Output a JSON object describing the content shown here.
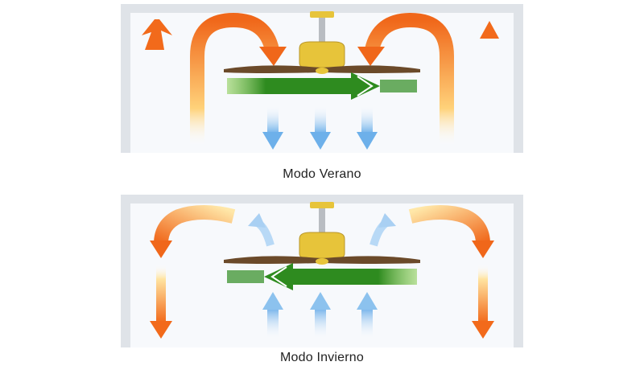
{
  "summer": {
    "caption": "Modo Verano",
    "fan_direction": "counterclockwise",
    "airflow": "downward"
  },
  "winter": {
    "caption": "Modo Invierno",
    "fan_direction": "clockwise",
    "airflow": "upward"
  },
  "colors": {
    "wall": "#dfe3e8",
    "room_bg": "#f6f8fb",
    "fan_gold": "#e7c43a",
    "fan_rod": "#b9bdc2",
    "blade": "#6b4a2a",
    "green_arrow": "#2e8b1f",
    "blue_arrow": "#7fb8ec",
    "warm_top": "#f0671a",
    "warm_bottom": "#ffe7a8"
  }
}
